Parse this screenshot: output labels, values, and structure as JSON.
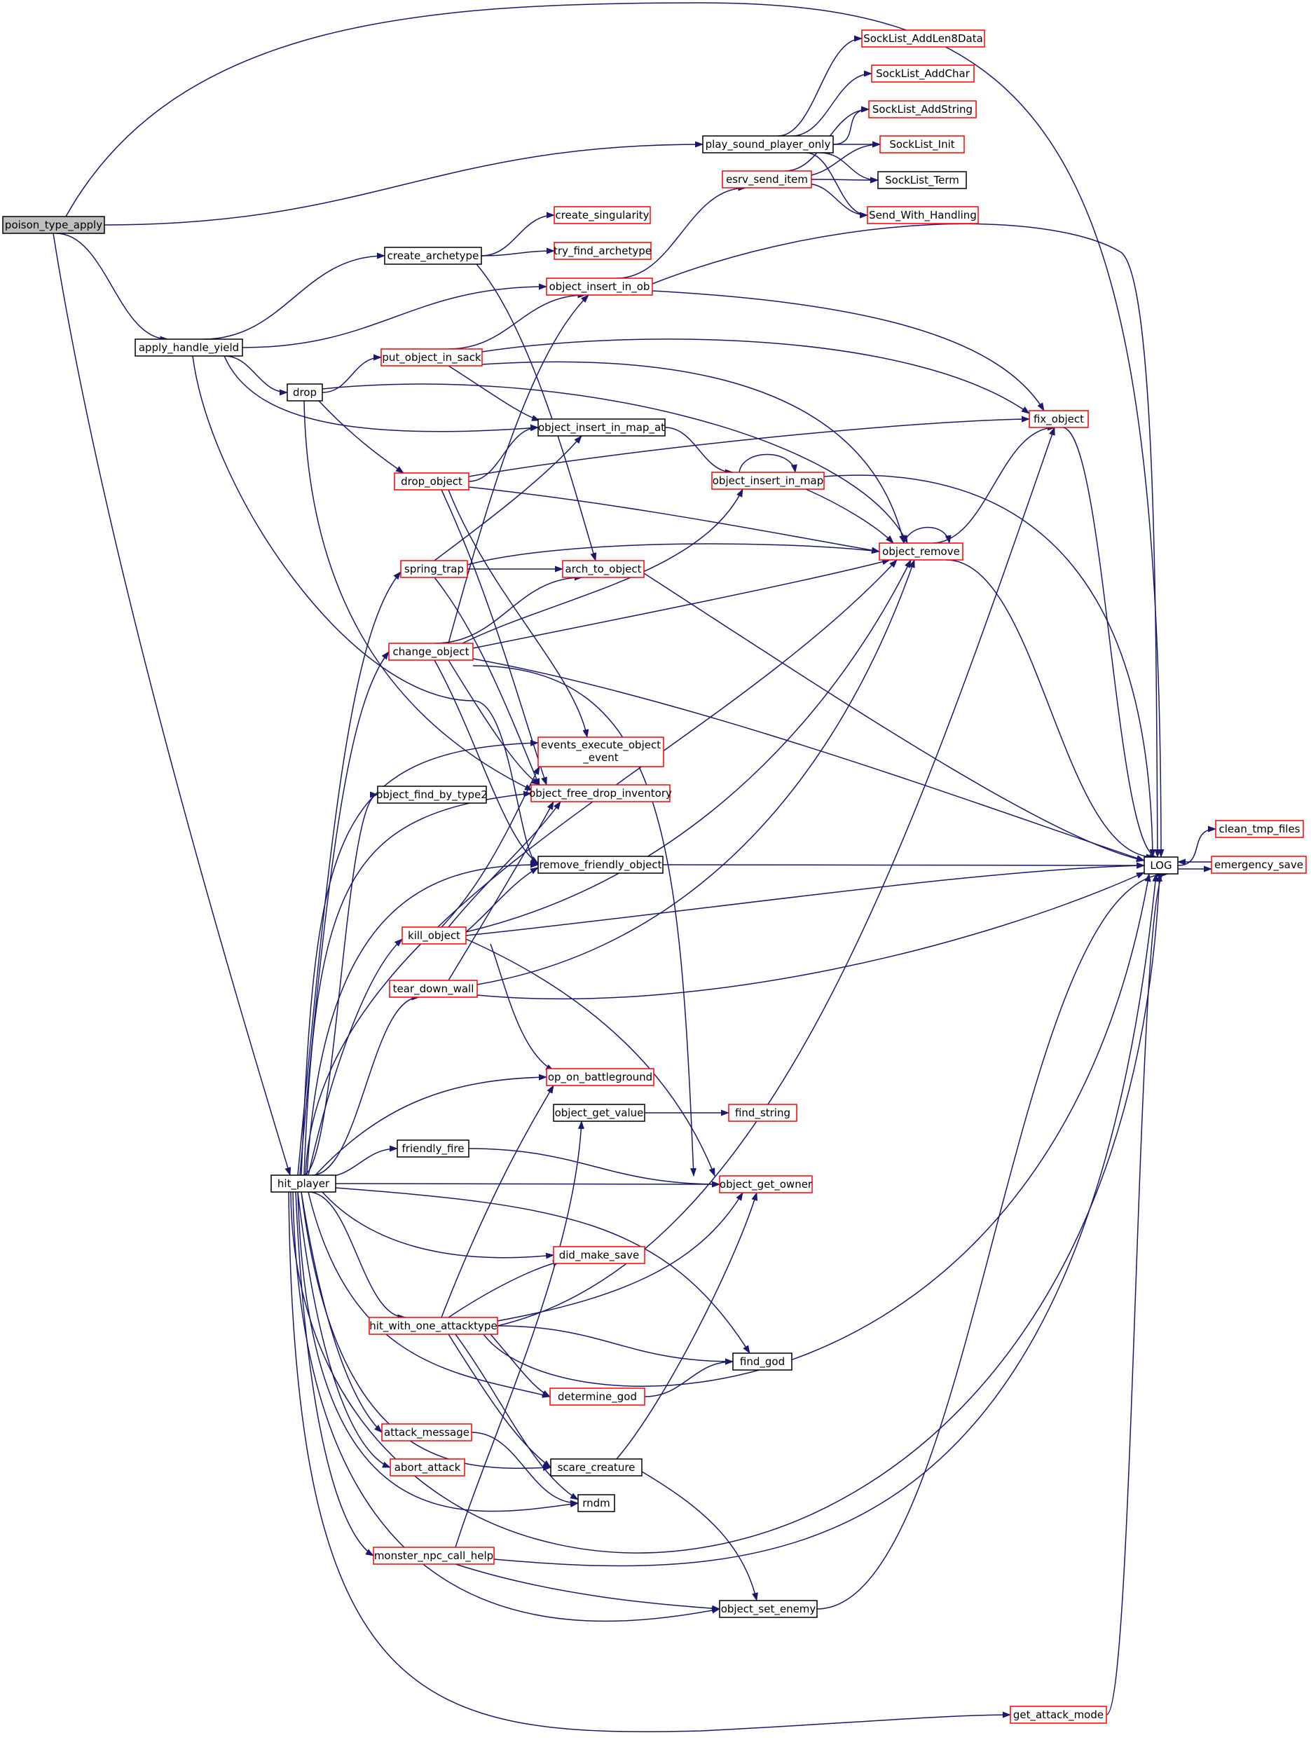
{
  "colors": {
    "edge": "#191970",
    "defined_border": "#000000",
    "truncated_border": "#ff0000",
    "root_fill": "#bfbfbf",
    "background": "#ffffff"
  },
  "nodes": {
    "poison_type_apply": [
      "poison_type_apply"
    ],
    "apply_handle_yield": [
      "apply_handle_yield"
    ],
    "hit_player": [
      "hit_player"
    ],
    "play_sound_player_only": [
      "play_sound_player_only"
    ],
    "SockList_AddLen8Data": [
      "SockList_AddLen8Data"
    ],
    "SockList_AddChar": [
      "SockList_AddChar"
    ],
    "SockList_AddString": [
      "SockList_AddString"
    ],
    "SockList_Init": [
      "SockList_Init"
    ],
    "SockList_Term": [
      "SockList_Term"
    ],
    "Send_With_Handling": [
      "Send_With_Handling"
    ],
    "esrv_send_item": [
      "esrv_send_item"
    ],
    "create_singularity": [
      "create_singularity"
    ],
    "try_find_archetype": [
      "try_find_archetype"
    ],
    "create_archetype": [
      "create_archetype"
    ],
    "object_insert_in_ob": [
      "object_insert_in_ob"
    ],
    "put_object_in_sack": [
      "put_object_in_sack"
    ],
    "drop": [
      "drop"
    ],
    "object_insert_in_map_at": [
      "object_insert_in_map_at"
    ],
    "fix_object": [
      "fix_object"
    ],
    "drop_object": [
      "drop_object"
    ],
    "object_insert_in_map": [
      "object_insert_in_map"
    ],
    "object_remove": [
      "object_remove"
    ],
    "spring_trap": [
      "spring_trap"
    ],
    "arch_to_object": [
      "arch_to_object"
    ],
    "change_object": [
      "change_object"
    ],
    "events_execute_object_event": [
      "events_execute_object",
      "_event"
    ],
    "object_find_by_type2": [
      "object_find_by_type2"
    ],
    "object_free_drop_inventory": [
      "object_free_drop_inventory"
    ],
    "remove_friendly_object": [
      "remove_friendly_object"
    ],
    "LOG": [
      "LOG"
    ],
    "clean_tmp_files": [
      "clean_tmp_files"
    ],
    "emergency_save": [
      "emergency_save"
    ],
    "kill_object": [
      "kill_object"
    ],
    "tear_down_wall": [
      "tear_down_wall"
    ],
    "op_on_battleground": [
      "op_on_battleground"
    ],
    "object_get_value": [
      "object_get_value"
    ],
    "find_string": [
      "find_string"
    ],
    "friendly_fire": [
      "friendly_fire"
    ],
    "object_get_owner": [
      "object_get_owner"
    ],
    "did_make_save": [
      "did_make_save"
    ],
    "hit_with_one_attacktype": [
      "hit_with_one_attacktype"
    ],
    "find_god": [
      "find_god"
    ],
    "determine_god": [
      "determine_god"
    ],
    "attack_message": [
      "attack_message"
    ],
    "scare_creature": [
      "scare_creature"
    ],
    "abort_attack": [
      "abort_attack"
    ],
    "rndm": [
      "rndm"
    ],
    "monster_npc_call_help": [
      "monster_npc_call_help"
    ],
    "object_set_enemy": [
      "object_set_enemy"
    ],
    "get_attack_mode": [
      "get_attack_mode"
    ]
  }
}
